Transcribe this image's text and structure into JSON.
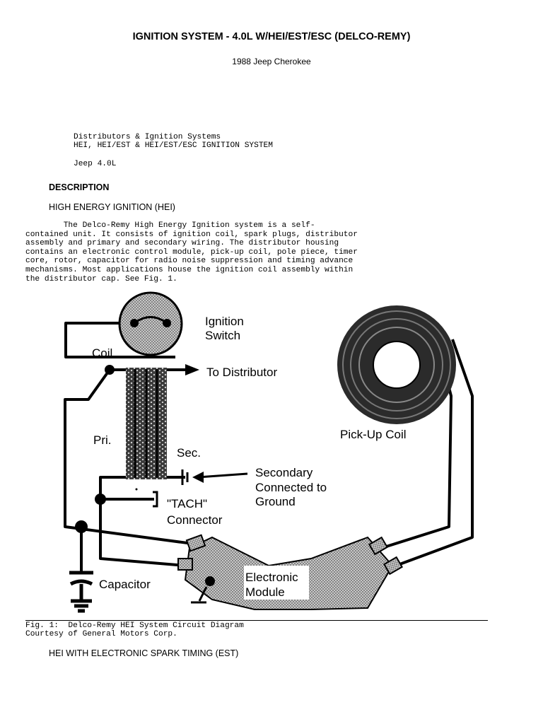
{
  "header": {
    "title": "IGNITION SYSTEM - 4.0L W/HEI/EST/ESC (DELCO-REMY)",
    "vehicle": "1988 Jeep Cherokee"
  },
  "toc": {
    "line1": "Distributors & Ignition Systems",
    "line2": "HEI, HEI/EST & HEI/EST/ESC IGNITION SYSTEM",
    "engine": "Jeep 4.0L"
  },
  "description": {
    "heading": "DESCRIPTION",
    "subheading": "HIGH ENERGY IGNITION (HEI)",
    "paragraph_lines": [
      "        The Delco-Remy High Energy Ignition system is a self-",
      "contained unit. It consists of ignition coil, spark plugs, distributor",
      "assembly and primary and secondary wiring. The distributor housing",
      "contains an electronic control module, pick-up coil, pole piece, timer",
      "core, rotor, capacitor for radio noise suppression and timing advance",
      "mechanisms. Most applications house the ignition coil assembly within",
      "the distributor cap. See Fig. 1."
    ]
  },
  "figure": {
    "labels": {
      "ignition_switch_1": "Ignition",
      "ignition_switch_2": "Switch",
      "coil": "Coil",
      "to_distributor": "To Distributor",
      "pickup_coil": "Pick-Up Coil",
      "pri": "Pri.",
      "sec": "Sec.",
      "secondary_1": "Secondary",
      "secondary_2": "Connected to",
      "secondary_3": "Ground",
      "tach_1": "\"TACH\"",
      "tach_2": "Connector",
      "capacitor": "Capacitor",
      "module_1": "Electronic",
      "module_2": "Module"
    },
    "caption_line1": "Fig. 1:  Delco-Remy HEI System Circuit Diagram",
    "caption_line2": "Courtesy of General Motors Corp."
  },
  "next_section": {
    "heading": "HEI WITH ELECTRONIC SPARK TIMING (EST)"
  }
}
